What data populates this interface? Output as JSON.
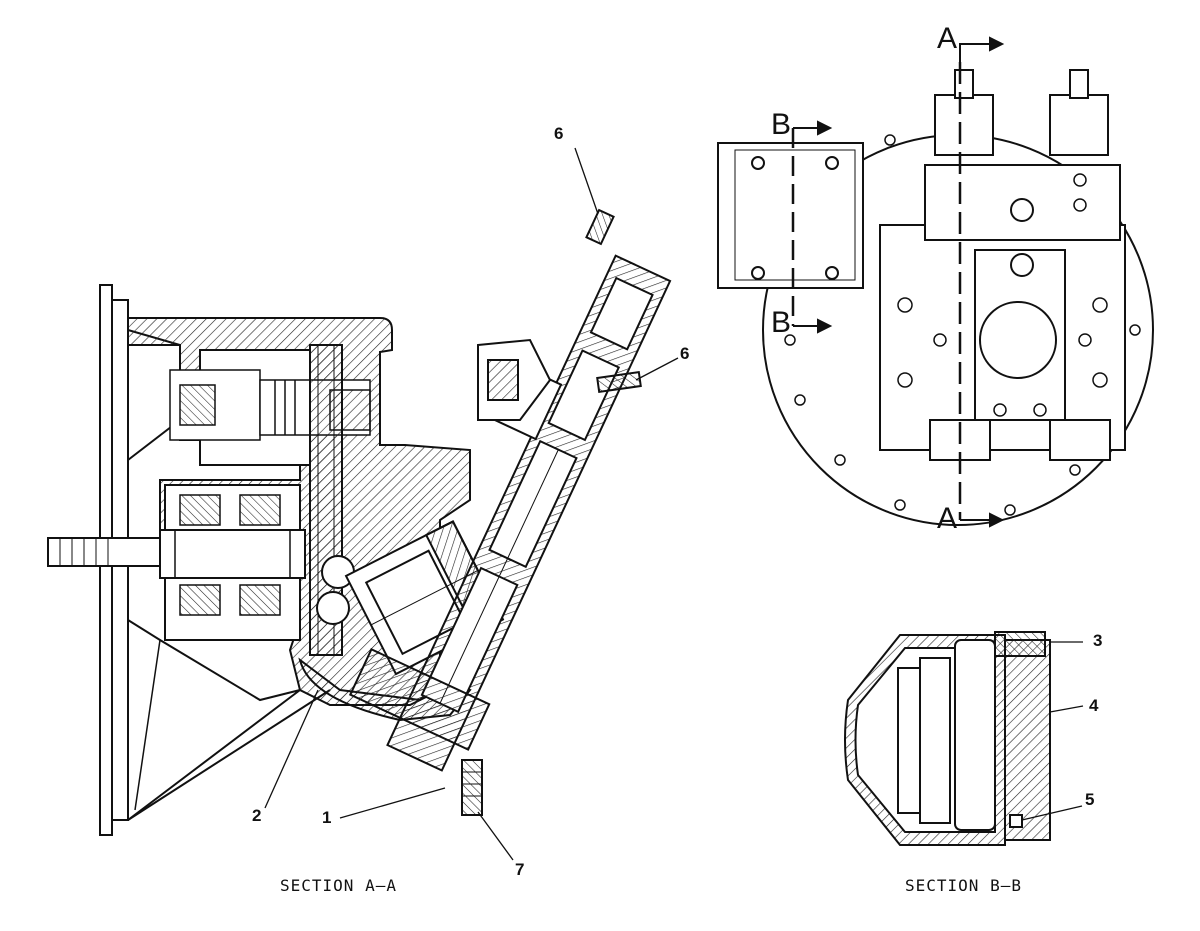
{
  "section_a_caption": "SECTION A–A",
  "section_b_caption": "SECTION B–B",
  "cut_line_a_label": "A",
  "cut_line_b_label": "B",
  "callouts": {
    "c1": "1",
    "c2": "2",
    "c3": "3",
    "c4": "4",
    "c5": "5",
    "c6_top": "6",
    "c6_side": "6",
    "c7": "7"
  }
}
